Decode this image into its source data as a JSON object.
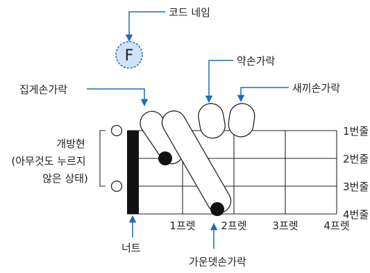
{
  "labels": {
    "chord_name": "코드 네임",
    "chord_letter": "F",
    "ring_finger": "약손가락",
    "pinky_finger": "새끼손가락",
    "index_finger": "집게손가락",
    "open_string_line1": "개방현",
    "open_string_line2": "(아무것도 누르지",
    "open_string_line3": "않은 상태)",
    "nut": "너트",
    "middle_finger": "가운뎃손가락"
  },
  "strings": [
    "1번줄",
    "2번줄",
    "3번줄",
    "4번줄"
  ],
  "frets": [
    "1프렛",
    "2프렛",
    "3프렛",
    "4프렛"
  ],
  "colors": {
    "line": "#222222",
    "arrow": "#1e6bb8",
    "badge_fill": "#cfe2f6",
    "badge_stroke": "#1e6bb8",
    "dot": "#111111"
  }
}
